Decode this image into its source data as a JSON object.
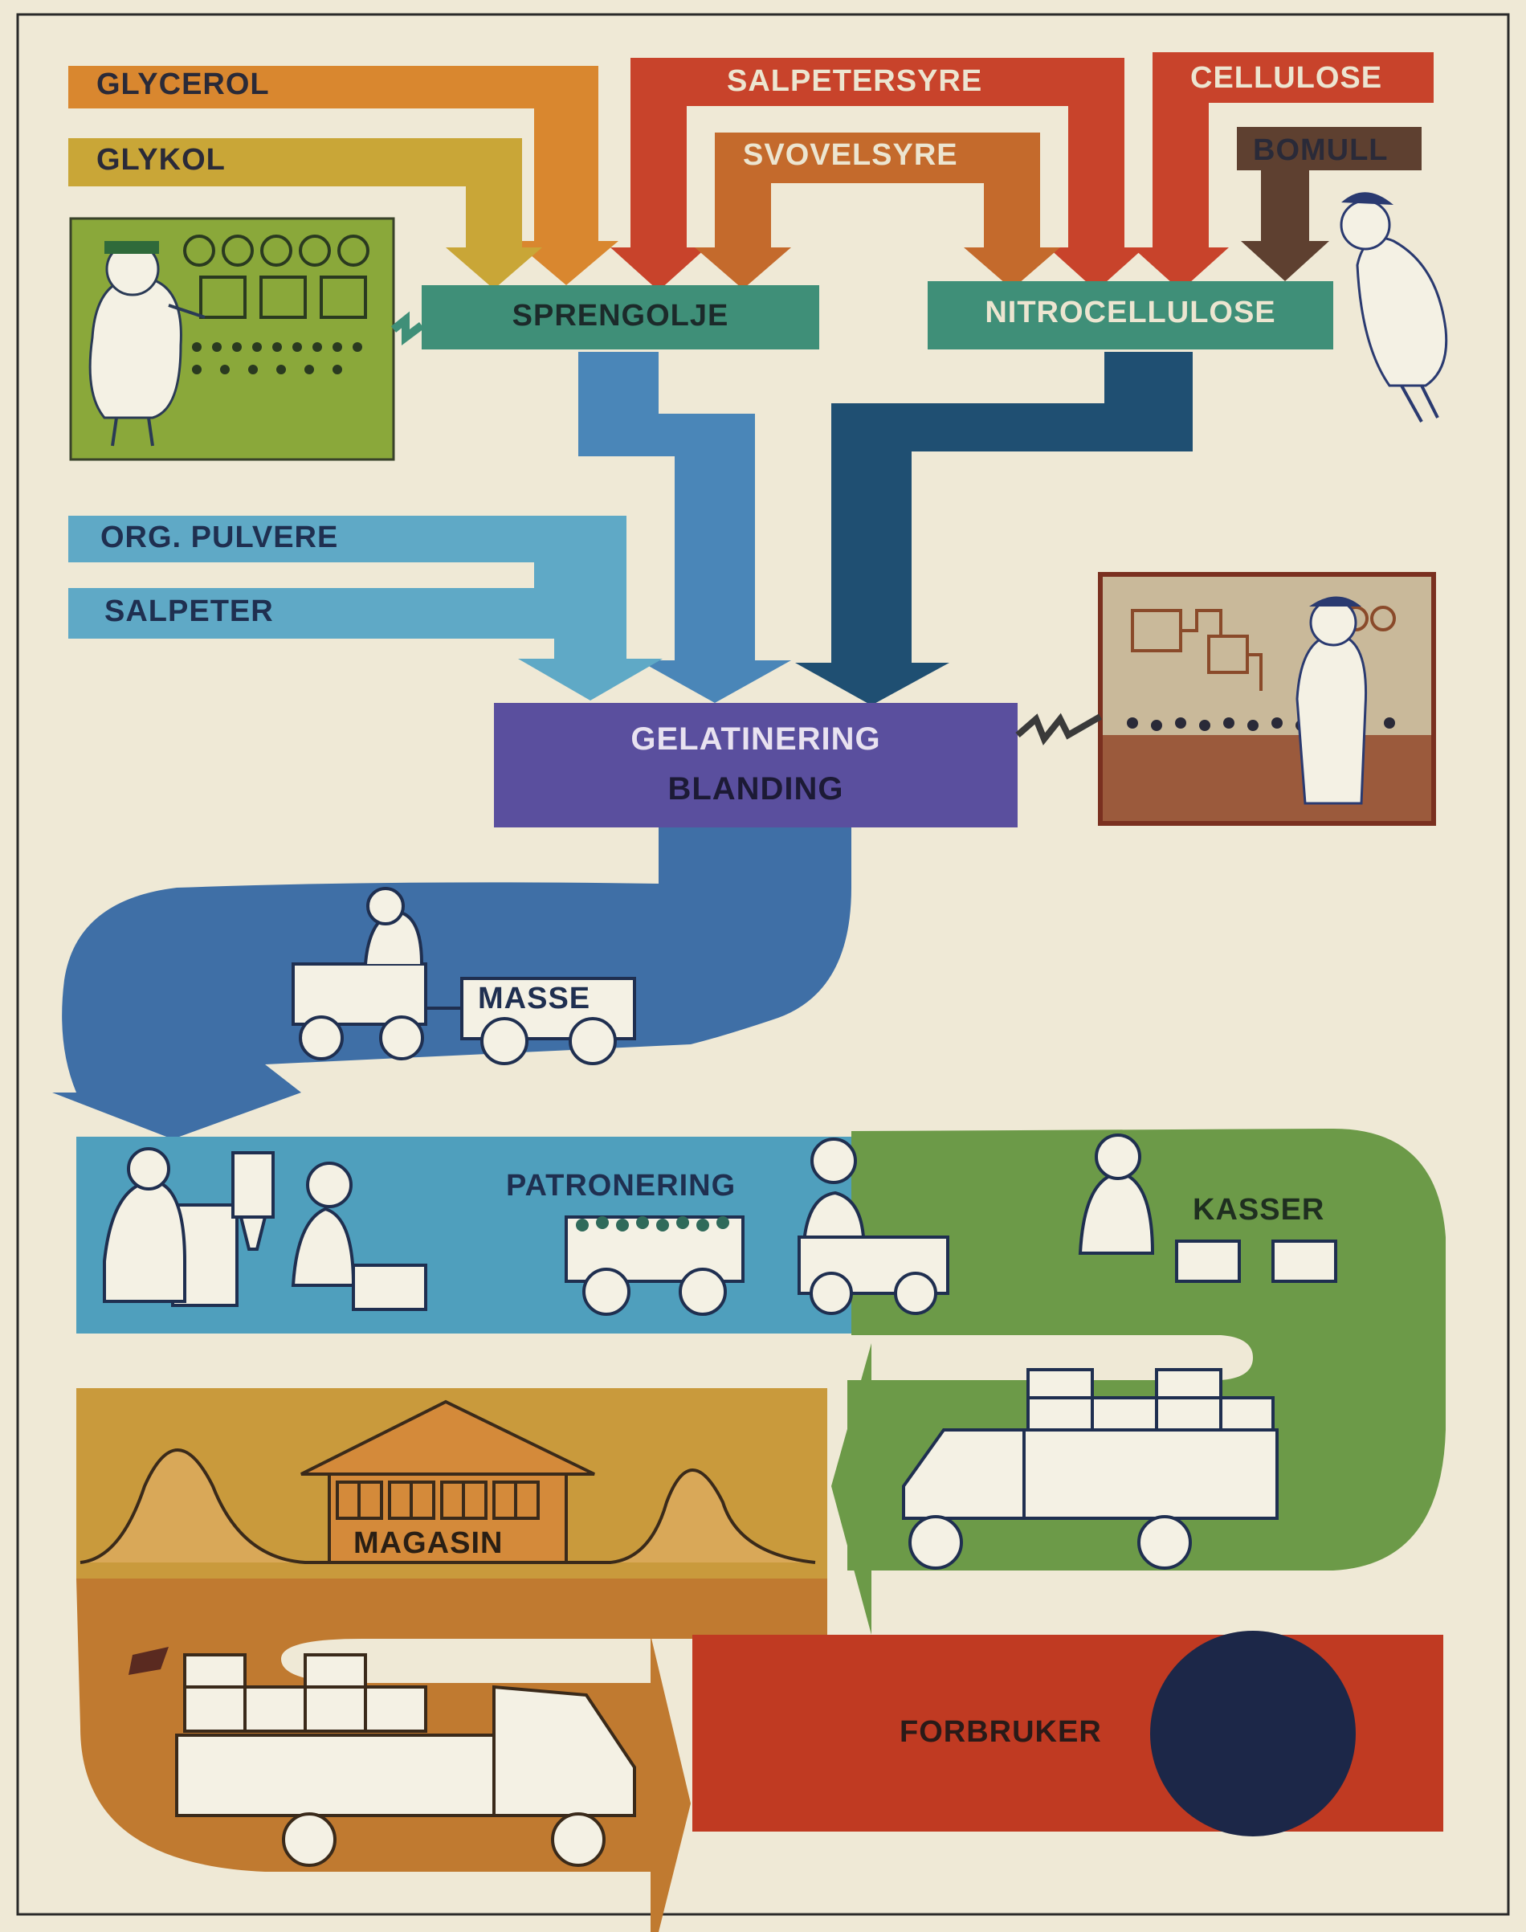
{
  "inputs": {
    "glycerol": "GLYCEROL",
    "glykol": "GLYKOL",
    "salpetersyre": "SALPETERSYRE",
    "svovelsyre": "SVOVELSYRE",
    "cellulose": "CELLULOSE",
    "bomull": "BOMULL",
    "org_pulvere": "ORG. PULVERE",
    "salpeter": "SALPETER"
  },
  "stages": {
    "sprengolje": "SPRENGOLJE",
    "nitrocellulose": "NITROCELLULOSE",
    "gelatinering": "GELATINERING",
    "blanding": "BLANDING",
    "masse": "MASSE",
    "patronering": "PATRONERING",
    "kasser": "KASSER",
    "magasin": "MAGASIN",
    "forbruker": "FORBRUKER"
  },
  "colors": {
    "paper": "#efe9d6",
    "glycerol": "#d9872f",
    "glykol": "#c9a637",
    "acid_red": "#c8432b",
    "svovelsyre": "#c46a2c",
    "bomull": "#5e4030",
    "teal_box": "#3f8f78",
    "blue_light": "#4a86b8",
    "blue_dark": "#1f4f72",
    "pulvere": "#5fa9c6",
    "gelatinering": "#5a4f9e",
    "masse_band": "#3f6fa6",
    "patronering_band": "#4f9fbd",
    "green_band": "#6c9a48",
    "magasin_band": "#c99a3c",
    "bottom_band": "#c07a30",
    "forbruker": "#c03a22",
    "ink": "#2a2a38"
  }
}
